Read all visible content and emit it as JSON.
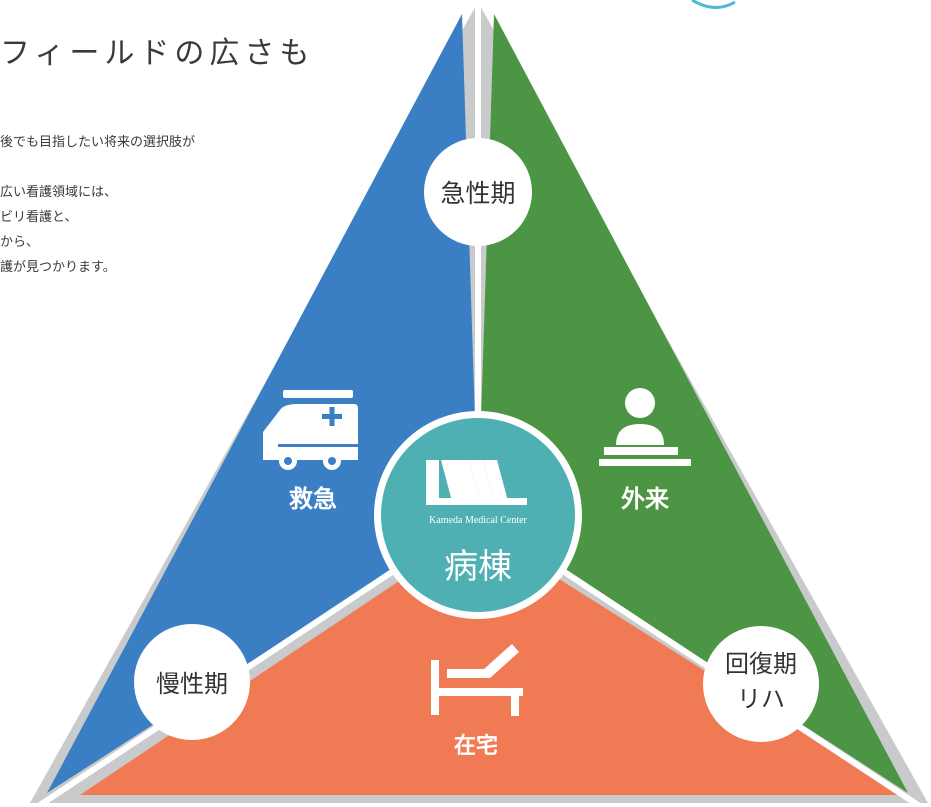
{
  "heading": "フィールドの広さも",
  "intro": [
    "後でも目指したい将来の選択肢が",
    "広い看護領域には、",
    "ビリ看護と、",
    "から、",
    "護が見つかります。"
  ],
  "stages": {
    "acute": "急性期",
    "chronic": "慢性期",
    "recovery_line1": "回復期",
    "recovery_line2": "リハ"
  },
  "fields": {
    "emergency": "救急",
    "outpatient": "外来",
    "home": "在宅"
  },
  "center": {
    "logo_text": "Kameda Medical Center",
    "label": "病棟"
  },
  "colors": {
    "blue": "#3a7fc3",
    "green": "#4c9544",
    "orange": "#f07a54",
    "teal": "#4eb0b3",
    "gray_border": "#c9cacb",
    "accent": "#4fb7d9"
  },
  "icons": [
    "ambulance-icon",
    "receptionist-icon",
    "bed-icon",
    "kameda-logo-icon"
  ]
}
